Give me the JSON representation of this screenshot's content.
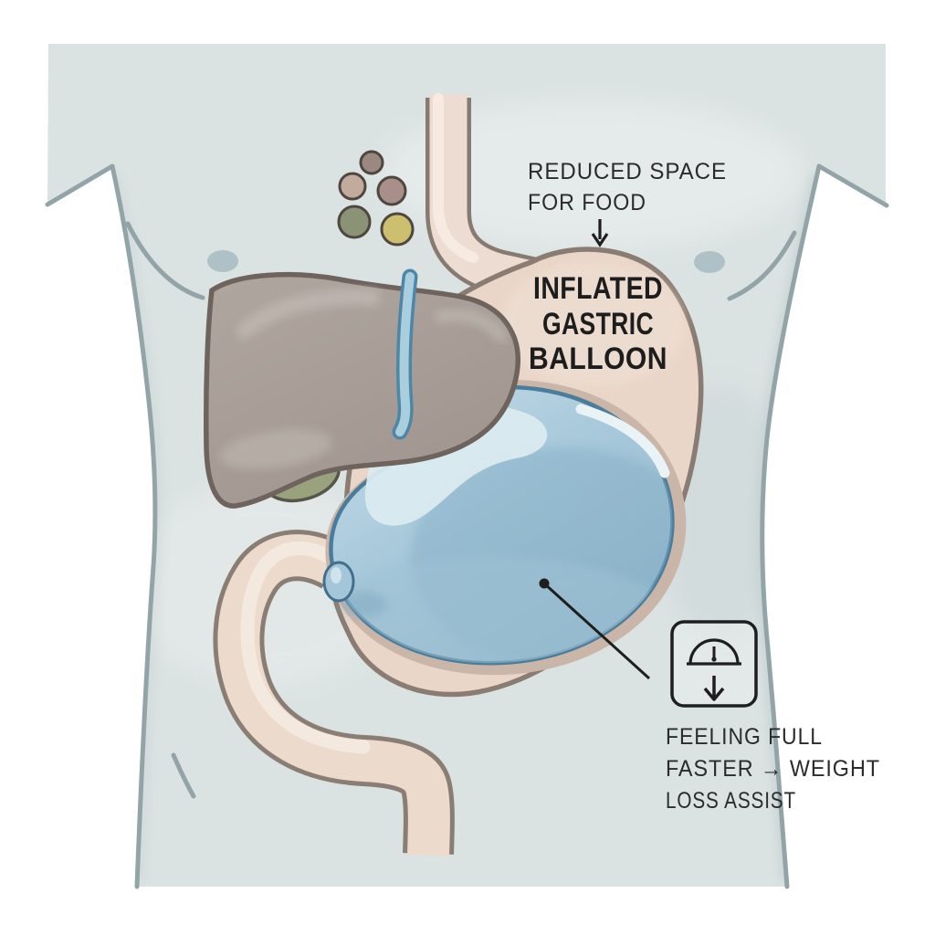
{
  "figure": {
    "type": "medical-illustration",
    "subject": "Inflated gastric balloon inside the stomach of a human torso",
    "labels": {
      "reduced_space": {
        "line1": "REDUCED SPACE",
        "line2": "FOR FOOD"
      },
      "balloon": {
        "line1": "INFLATED",
        "line2": "GASTRIC",
        "line3": "BALLOON"
      },
      "benefit": {
        "line1": "FEELING FULL",
        "line2": "FASTER → WEIGHT",
        "line3": "LOSS ASSIST"
      }
    },
    "icons": {
      "scale_icon": "bathroom-scale-with-down-arrow",
      "reduced_space_arrow": "down-arrow",
      "leader_line": "callout-line-from-balloon"
    },
    "elements": {
      "food_particles": 5,
      "organs": [
        "esophagus",
        "stomach",
        "liver",
        "gallbladder",
        "duodenum"
      ],
      "device": "gastric balloon with valve"
    },
    "palette": {
      "background": "#ffffff",
      "torso": "#dbe3e2",
      "body_outline": "#93a4a9",
      "organ_pink": "#e9d6c9",
      "organ_outline": "#8a7c72",
      "balloon_blue": "#a6c8da",
      "balloon_outline": "#4a7c9b",
      "liver_gray": "#a89d96",
      "gallbladder_green": "#99a17d",
      "ligament_blue": "#a9cede",
      "text": "#2b2b2b"
    }
  }
}
